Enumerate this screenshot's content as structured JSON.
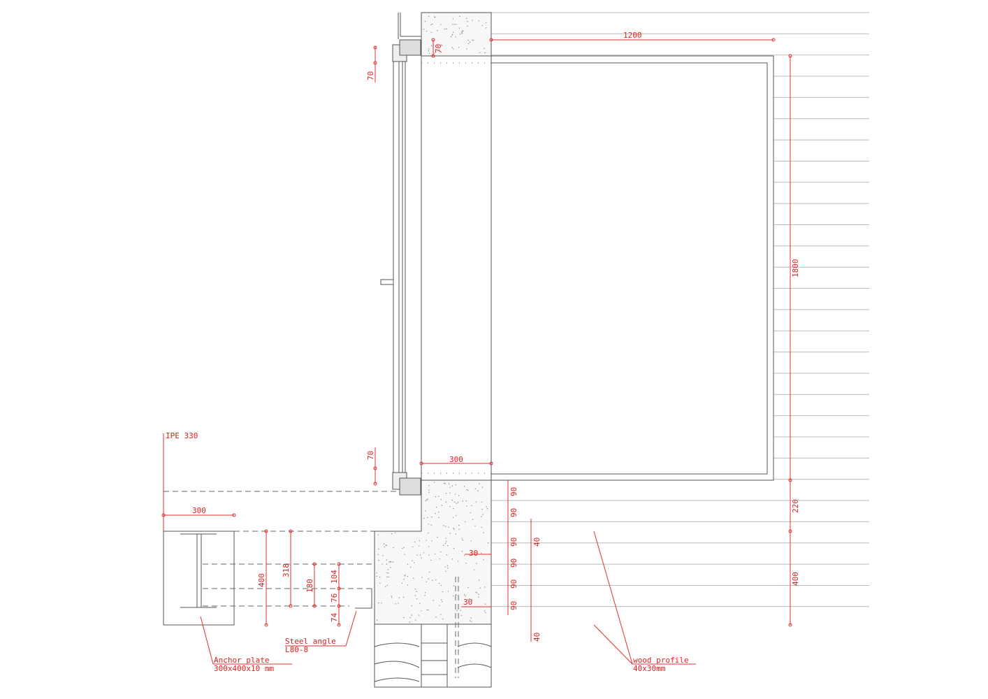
{
  "dimensions": {
    "width_top": "1200",
    "window_top": "70",
    "frame_top": "70",
    "height_main": "1800",
    "window_bottom": "70",
    "wall_width": "300",
    "beam_width": "300",
    "sill": "220",
    "lower": "400",
    "step1": "90",
    "step2": "90",
    "step3": "90",
    "step4": "90",
    "step5": "90",
    "step6": "90",
    "gap_top": "40",
    "gap_bottom": "40",
    "off1": "30",
    "off2": "30",
    "d400": "400",
    "d318": "318",
    "d180": "180",
    "d104": "104",
    "d76": "76",
    "d74": "74"
  },
  "labels": {
    "beam": "IPE 330",
    "angle_line1": "Steel angle",
    "angle_line2": "L80-8",
    "plate_line1": "Anchor plate",
    "plate_line2": "300x400x10 mm",
    "wood_line1": "wood profile",
    "wood_line2": "40x30mm"
  }
}
